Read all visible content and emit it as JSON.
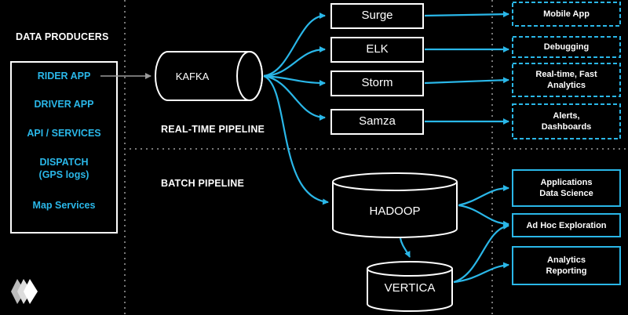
{
  "sections": {
    "producers": "DATA PRODUCERS",
    "realtime": "REAL-TIME PIPELINE",
    "batch": "BATCH PIPELINE"
  },
  "producers": [
    "RIDER APP",
    "DRIVER APP",
    "API / SERVICES",
    "DISPATCH\n(GPS logs)",
    "Map Services"
  ],
  "queue": "KAFKA",
  "realtime_processors": [
    "Surge",
    "ELK",
    "Storm",
    "Samza"
  ],
  "realtime_outputs": [
    "Mobile App",
    "Debugging",
    "Real-time, Fast\nAnalytics",
    "Alerts,\nDashboards"
  ],
  "batch_stores": [
    "HADOOP",
    "VERTICA"
  ],
  "batch_outputs": [
    "Applications\nData Science",
    "Ad Hoc Exploration",
    "Analytics\nReporting"
  ],
  "colors": {
    "accent": "#2ab7e8",
    "line": "#ffffff",
    "background": "#000000"
  },
  "icons": [
    "logo-icon"
  ]
}
